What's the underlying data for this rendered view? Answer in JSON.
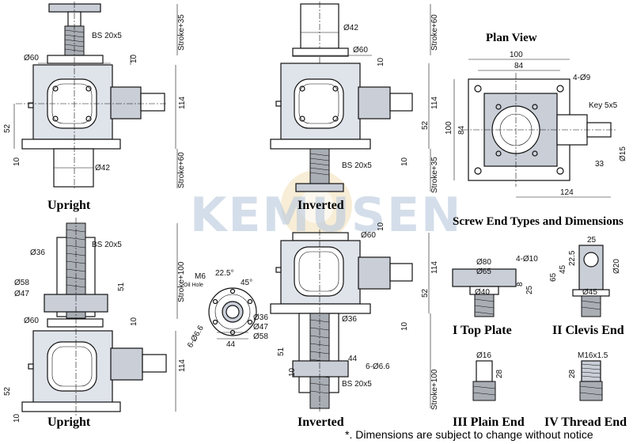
{
  "watermark": "KEMUSEN",
  "views": {
    "upright_top": {
      "caption": "Upright",
      "labels": {
        "screw": "BS 20x5",
        "flange": "Ø60",
        "gap": "10",
        "height": "114",
        "offset": "52",
        "base": "10",
        "shaft": "Ø42",
        "stroke_top": "Stroke+35",
        "stroke_bottom": "Stroke+60"
      }
    },
    "inverted_top": {
      "caption": "Inverted",
      "labels": {
        "shaft": "Ø42",
        "flange": "Ø60",
        "gap": "10",
        "height": "114",
        "offset": "52",
        "base": "10",
        "screw": "BS 20x5",
        "stroke_top": "Stroke+60",
        "stroke_bottom": "Stroke+35"
      }
    },
    "plan": {
      "title": "Plan View",
      "labels": {
        "width": "100",
        "inner_width": "84",
        "holes": "4-Ø9",
        "key": "Key 5x5",
        "height": "100",
        "inner_height": "84",
        "key_len": "33",
        "shaft": "Ø15",
        "total": "124"
      }
    },
    "upright_bottom": {
      "caption": "Upright",
      "labels": {
        "bore": "Ø36",
        "screw": "BS 20x5",
        "d1": "Ø58",
        "d2": "Ø47",
        "h": "51",
        "flange": "Ø60",
        "gap": "10",
        "height": "114",
        "offset": "52",
        "base": "10",
        "stroke": "Stroke+100"
      }
    },
    "nut_detail": {
      "labels": {
        "thread": "M6",
        "hole": "Oil Hole",
        "ang1": "22.5°",
        "ang2": "45°",
        "holes": "6-Ø6.6",
        "width": "44",
        "d1": "Ø36",
        "d2": "Ø47",
        "d3": "Ø58"
      }
    },
    "inverted_bottom": {
      "caption": "Inverted",
      "labels": {
        "gap": "10",
        "flange": "Ø60",
        "height": "114",
        "offset": "52",
        "base": "10",
        "bore": "Ø36",
        "h": "51",
        "width": "44",
        "holes": "6-Ø6.6",
        "screw": "BS 20x5",
        "stroke": "Stroke+100",
        "gap2": "10"
      }
    }
  },
  "screw_ends": {
    "title": "Screw End Types and Dimensions",
    "top_plate": {
      "caption": "I  Top Plate",
      "labels": {
        "d1": "Ø80",
        "d2": "Ø65",
        "holes": "4-Ø10",
        "t": "8",
        "h": "25",
        "d3": "Ø40"
      }
    },
    "clevis_end": {
      "caption": "II  Clevis End",
      "labels": {
        "w": "25",
        "h1": "65",
        "h2": "45",
        "h3": "22.5",
        "d1": "Ø20",
        "d2": "Ø45"
      }
    },
    "plain_end": {
      "caption": "III Plain End",
      "labels": {
        "d": "Ø16",
        "h": "28"
      }
    },
    "thread_end": {
      "caption": "IV Thread End",
      "labels": {
        "thread": "M16x1.5",
        "h": "28"
      }
    }
  },
  "footnote": "*. Dimensions are subject to change without notice"
}
